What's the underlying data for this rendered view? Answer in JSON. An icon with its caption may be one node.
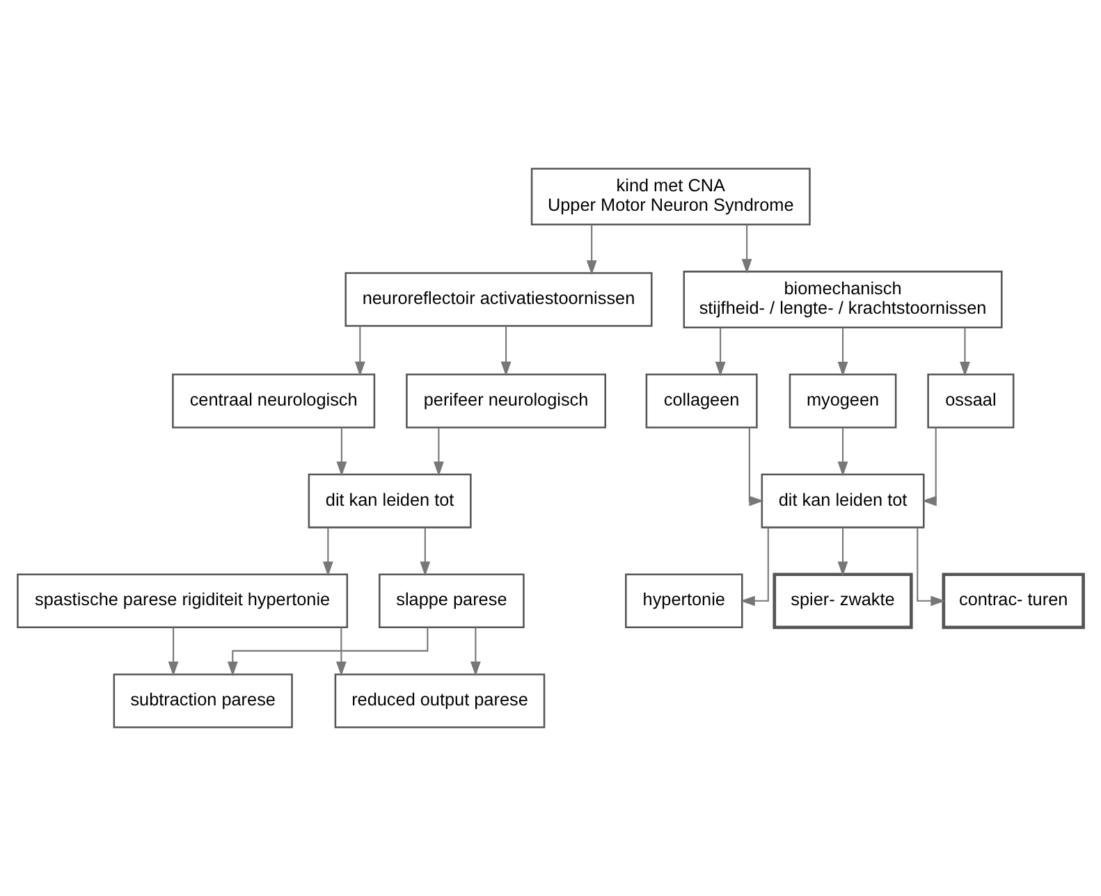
{
  "diagram": {
    "nodes": [
      {
        "text": [
          "kind met CNA",
          "Upper Motor Neuron Syndrome"
        ]
      },
      {
        "text": [
          "neuroreflectoir activatiestoornissen"
        ]
      },
      {
        "text": [
          "biomechanisch",
          "stijfheid- / lengte- / krachtstoornissen"
        ]
      },
      {
        "text": [
          "centraal neurologisch"
        ]
      },
      {
        "text": [
          "perifeer neurologisch"
        ]
      },
      {
        "text": [
          "collageen"
        ]
      },
      {
        "text": [
          "myogeen"
        ]
      },
      {
        "text": [
          "ossaal"
        ]
      },
      {
        "text": [
          "dit kan leiden tot"
        ]
      },
      {
        "text": [
          "dit kan leiden tot"
        ]
      },
      {
        "text": [
          "spastische parese rigiditeit hypertonie"
        ]
      },
      {
        "text": [
          "slappe parese"
        ]
      },
      {
        "text": [
          "hypertonie"
        ]
      },
      {
        "text": [
          "spier- zwakte"
        ]
      },
      {
        "text": [
          "contrac- turen"
        ]
      },
      {
        "text": [
          "subtraction parese"
        ]
      },
      {
        "text": [
          "reduced output parese"
        ]
      }
    ],
    "edges": [
      {
        "from": 0,
        "to": 1,
        "arrow": "to"
      },
      {
        "from": 0,
        "to": 2,
        "arrow": "to"
      },
      {
        "from": 1,
        "to": 3,
        "arrow": "to"
      },
      {
        "from": 1,
        "to": 4,
        "arrow": "to"
      },
      {
        "from": 2,
        "to": 5,
        "arrow": "to"
      },
      {
        "from": 2,
        "to": 6,
        "arrow": "to"
      },
      {
        "from": 2,
        "to": 7,
        "arrow": "to"
      },
      {
        "from": 3,
        "to": 8,
        "arrow": "to"
      },
      {
        "from": 4,
        "to": 8,
        "arrow": "to"
      },
      {
        "from": 5,
        "to": 9,
        "arrow": "to"
      },
      {
        "from": 6,
        "to": 9,
        "arrow": "to"
      },
      {
        "from": 7,
        "to": 9,
        "arrow": "to"
      },
      {
        "from": 8,
        "to": 10,
        "arrow": "to"
      },
      {
        "from": 8,
        "to": 11,
        "arrow": "to"
      },
      {
        "from": 9,
        "to": 12,
        "arrow": "to"
      },
      {
        "from": 9,
        "to": 13,
        "arrow": "to"
      },
      {
        "from": 9,
        "to": 14,
        "arrow": "to"
      },
      {
        "from": 10,
        "to": 15,
        "arrow": "to"
      },
      {
        "from": 10,
        "to": 16,
        "arrow": "to"
      },
      {
        "from": 11,
        "to": 15,
        "arrow": "to"
      },
      {
        "from": 11,
        "to": 16,
        "arrow": "to"
      }
    ]
  }
}
